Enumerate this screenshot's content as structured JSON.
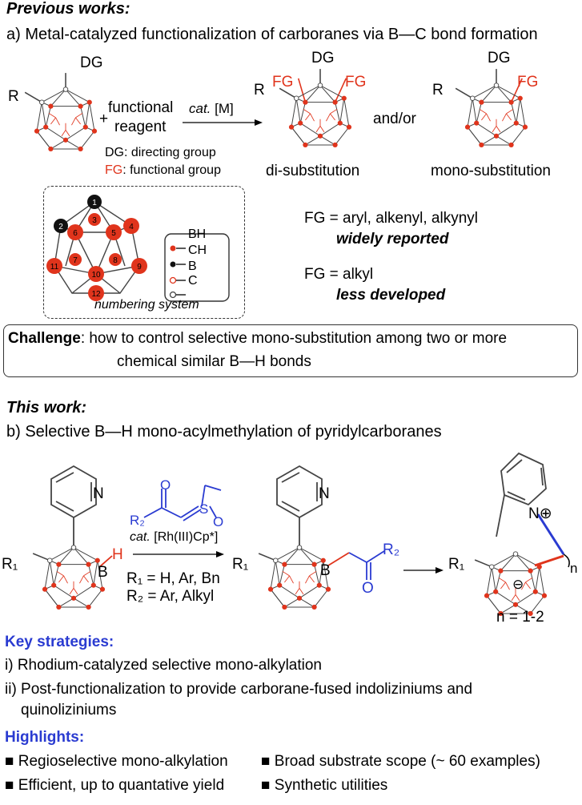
{
  "previous": {
    "heading": "Previous works:",
    "a_line": "a) Metal-catalyzed functionalization of carboranes via B—C bond formation",
    "dg": "DG",
    "r": "R",
    "plus": "+",
    "functional": "functional",
    "reagent": "reagent",
    "cat": "cat.",
    "metal": "[M]",
    "fg": "FG",
    "andor": "and/or",
    "legend_dg_key": "DG",
    "legend_dg_text": ": directing group",
    "legend_fg_key": "FG",
    "legend_fg_text": ": functional group",
    "di": "di-substitution",
    "mono": "mono-substitution",
    "numbering_caption": "numbering system",
    "numbering_labels": [
      "1",
      "2",
      "3",
      "4",
      "5",
      "6",
      "7",
      "8",
      "9",
      "10",
      "11",
      "12"
    ],
    "key_bh": "BH",
    "key_ch": "CH",
    "key_b": "B",
    "key_c": "C",
    "fg_aryl": "FG = aryl, alkenyl, alkynyl",
    "widely": "widely reported",
    "fg_alkyl": "FG = alkyl",
    "less": "less developed"
  },
  "challenge": {
    "label": "Challenge",
    "line1": ": how to control selective mono-substitution among two or more",
    "line2": "chemical similar B—H bonds"
  },
  "thiswork": {
    "heading": "This work:",
    "b_line": "b) Selective B—H mono-acylmethylation of pyridylcarboranes",
    "n": "N",
    "h": "H",
    "b": "B",
    "r1": "R₁",
    "r2": "R₂",
    "o": "O",
    "s": "S",
    "cat": "cat.",
    "rh": "[Rh(III)Cp*]",
    "r1_def": "R₁ = H, Ar, Bn",
    "r2_def": "R₂ = Ar, Alkyl",
    "nplus": "N⊕",
    "ominus": "⊖",
    "nsub": "n",
    "n_range": "n = 1-2"
  },
  "strategies": {
    "heading": "Key strategies:",
    "i": "i) Rhodium-catalyzed selective mono-alkylation",
    "ii_1": "ii) Post-functionalization to provide carborane-fused indoliziniums and",
    "ii_2": "quinoliziniums"
  },
  "highlights": {
    "heading": "Highlights:",
    "items": [
      "Regioselective mono-alkylation",
      "Broad substrate scope (~ 60 examples)",
      "Efficient, up to quantative yield",
      "Synthetic utilities"
    ]
  },
  "colors": {
    "accent_red": "#e0341c",
    "accent_blue": "#2a3bd1"
  }
}
